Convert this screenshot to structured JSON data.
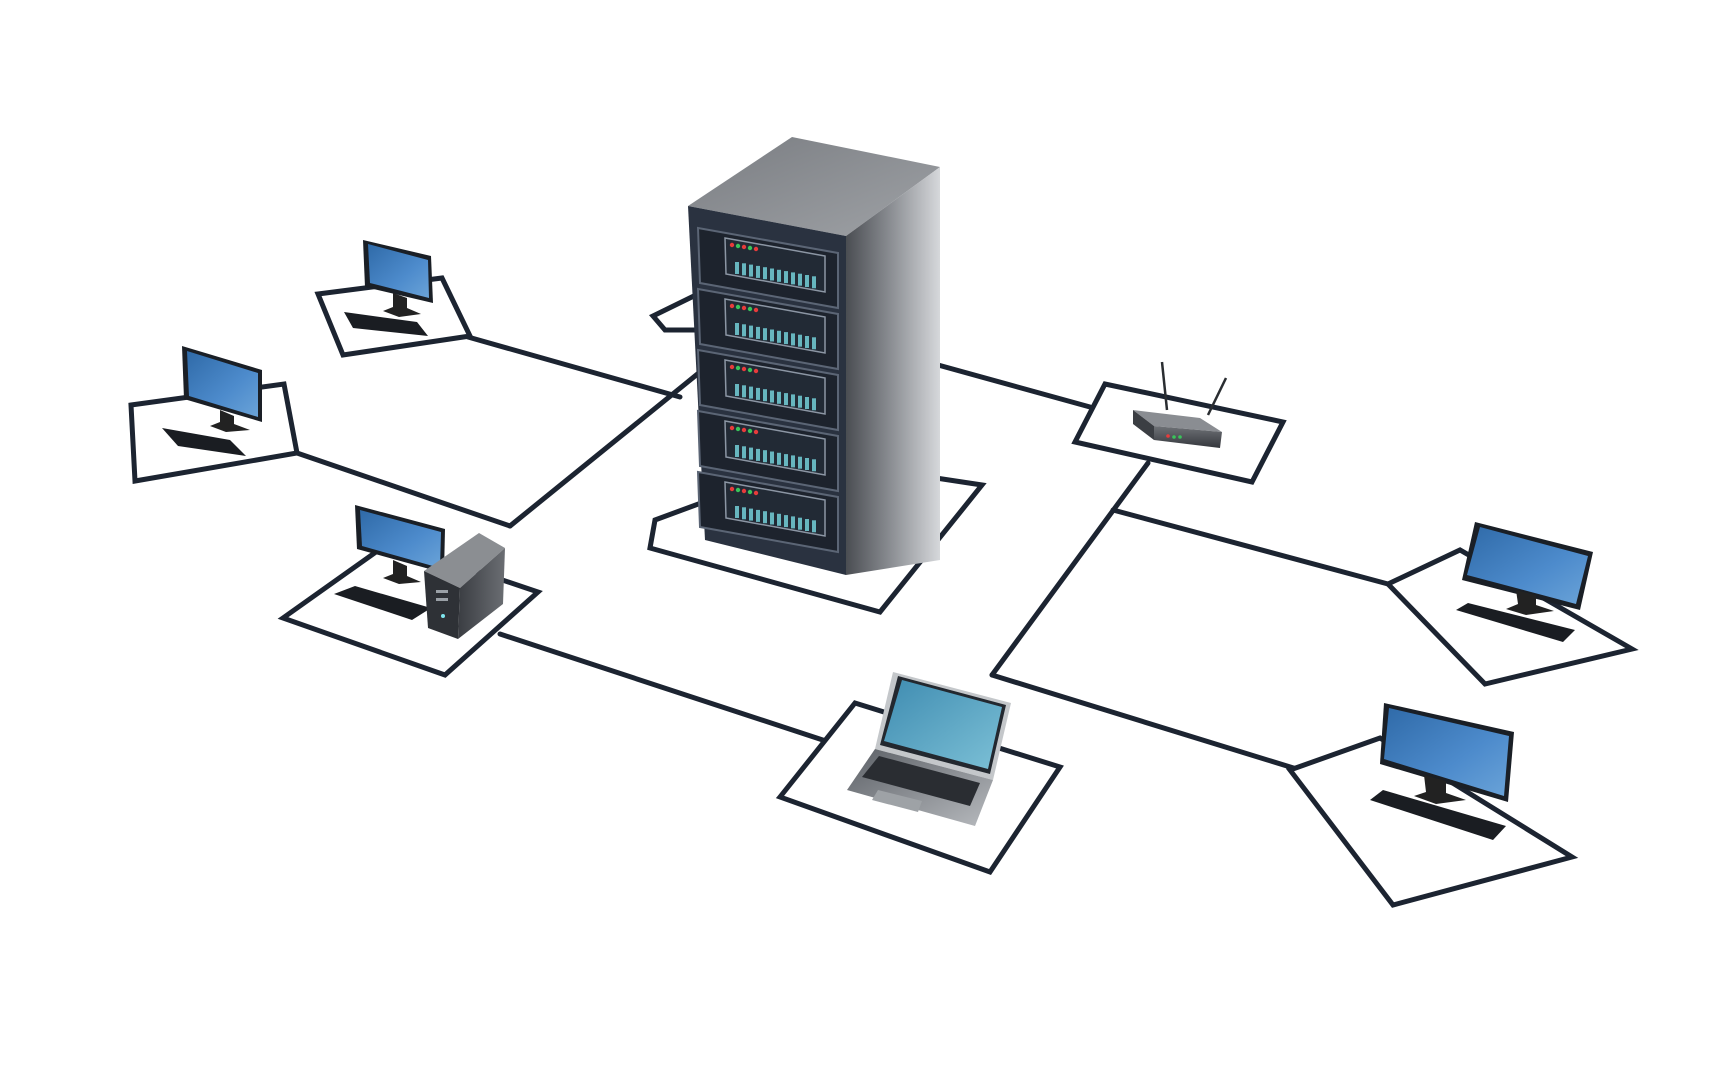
{
  "colors": {
    "background": "#ffffff",
    "line": "#1c2431",
    "pad_fill": "#ffffff",
    "screen_blue": "#3d79b8",
    "laptop_screen": "#4a93b6",
    "rack_body": "#5b5e63",
    "rack_panel": "#222a35",
    "led_red": "#e83b3b",
    "led_green": "#39c45a",
    "led_cyan": "#7fe6ee",
    "router_body": "#4a4d52"
  },
  "nodes": [
    {
      "id": "server-rack",
      "kind": "server-rack",
      "icon": "server-rack-icon"
    },
    {
      "id": "workstation-top-left",
      "kind": "monitor",
      "icon": "monitor-icon"
    },
    {
      "id": "workstation-left",
      "kind": "monitor",
      "icon": "monitor-icon"
    },
    {
      "id": "workstation-desktop",
      "kind": "desktop-tower",
      "icon": "desktop-computer-icon"
    },
    {
      "id": "laptop",
      "kind": "laptop",
      "icon": "laptop-icon"
    },
    {
      "id": "router",
      "kind": "router",
      "icon": "router-icon"
    },
    {
      "id": "workstation-right",
      "kind": "monitor",
      "icon": "monitor-icon"
    },
    {
      "id": "workstation-bottom-right",
      "kind": "monitor",
      "icon": "monitor-icon"
    }
  ],
  "links": [
    {
      "from": "workstation-top-left",
      "to": "server-rack"
    },
    {
      "from": "workstation-left",
      "to": "workstation-desktop"
    },
    {
      "from": "workstation-desktop",
      "to": "server-rack"
    },
    {
      "from": "workstation-desktop",
      "to": "laptop"
    },
    {
      "from": "server-rack",
      "to": "router"
    },
    {
      "from": "router",
      "to": "laptop"
    },
    {
      "from": "router",
      "to": "workstation-right"
    },
    {
      "from": "laptop",
      "to": "workstation-bottom-right"
    }
  ]
}
